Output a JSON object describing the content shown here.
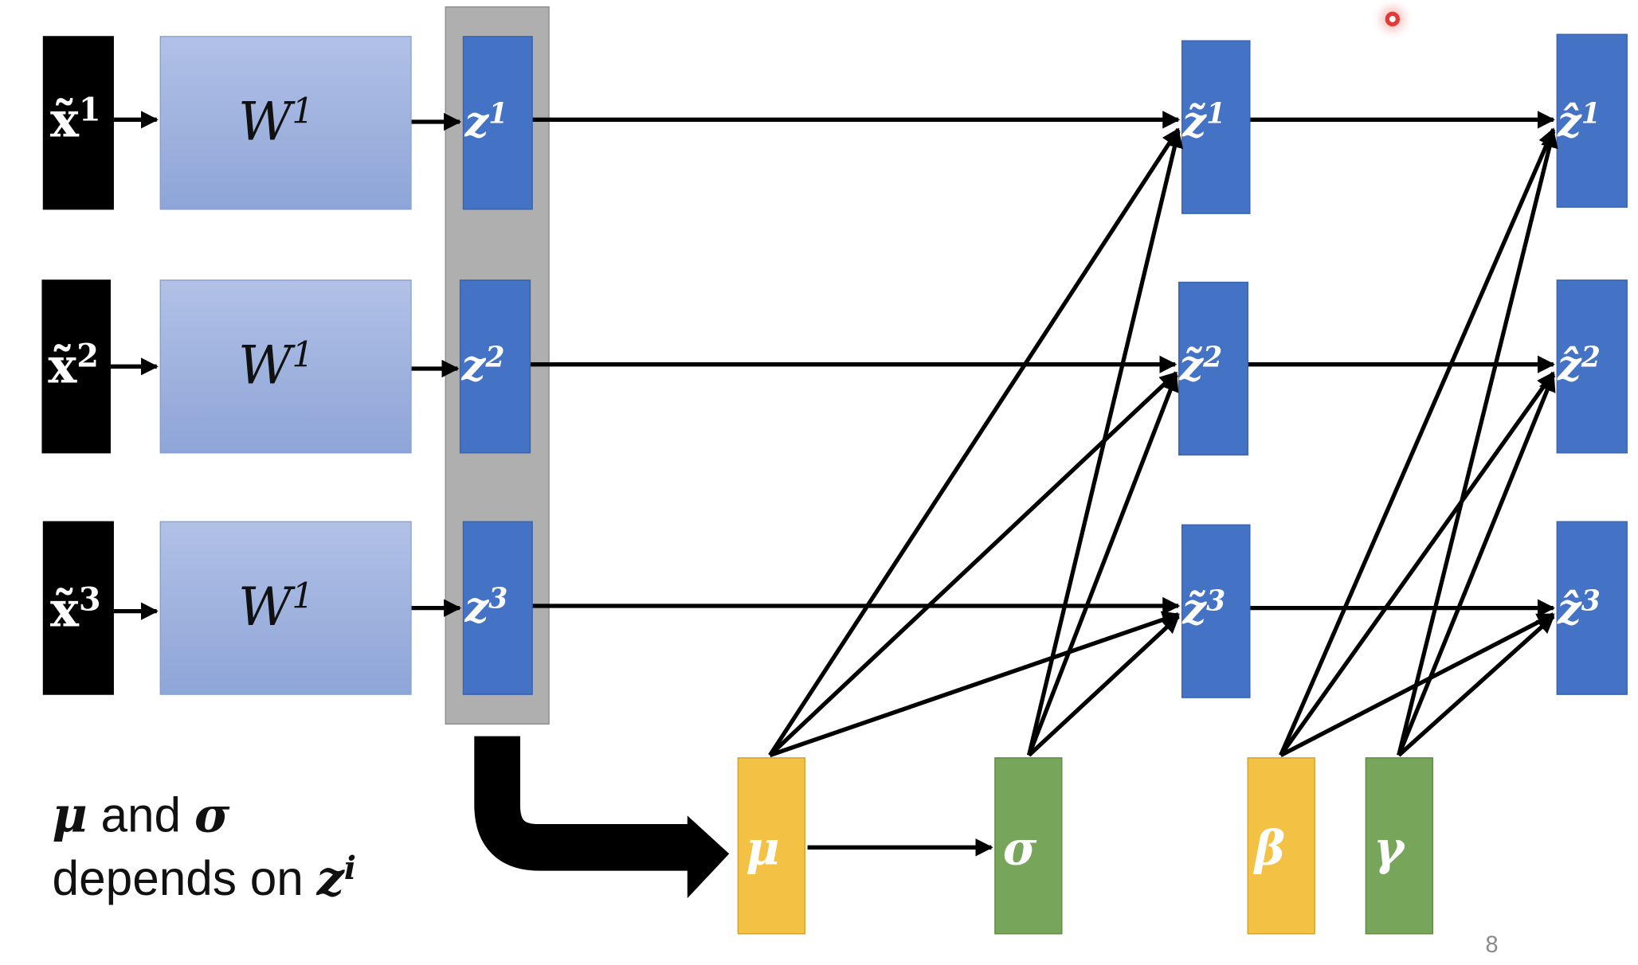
{
  "inputs": [
    {
      "label": "x̃",
      "sup": "1"
    },
    {
      "label": "x̃",
      "sup": "2"
    },
    {
      "label": "x̃",
      "sup": "3"
    }
  ],
  "weights": [
    {
      "label": "W",
      "sup": "1"
    },
    {
      "label": "W",
      "sup": "1"
    },
    {
      "label": "W",
      "sup": "1"
    }
  ],
  "z_nodes": [
    {
      "label": "z",
      "sup": "1"
    },
    {
      "label": "z",
      "sup": "2"
    },
    {
      "label": "z",
      "sup": "3"
    }
  ],
  "z_tilde_nodes": [
    {
      "label": "z̃",
      "sup": "1"
    },
    {
      "label": "z̃",
      "sup": "2"
    },
    {
      "label": "z̃",
      "sup": "3"
    }
  ],
  "z_hat_nodes": [
    {
      "label": "ẑ",
      "sup": "1"
    },
    {
      "label": "ẑ",
      "sup": "2"
    },
    {
      "label": "ẑ",
      "sup": "3"
    }
  ],
  "stats": {
    "mu": "μ",
    "sigma": "σ",
    "beta": "β",
    "gamma": "γ"
  },
  "caption": {
    "mu": "μ",
    "and": " and ",
    "sigma": "σ",
    "line2": "depends on ",
    "z": "z",
    "z_sup": "i"
  },
  "page_number": "8",
  "colors": {
    "input_box": "#000000",
    "weight_box": "#9fb3df",
    "z_box": "#4472c4",
    "batch_highlight": "#afafaf",
    "mu_beta_box": "#f3c143",
    "sigma_gamma_box": "#77a55a",
    "pointer": "#e53935"
  }
}
